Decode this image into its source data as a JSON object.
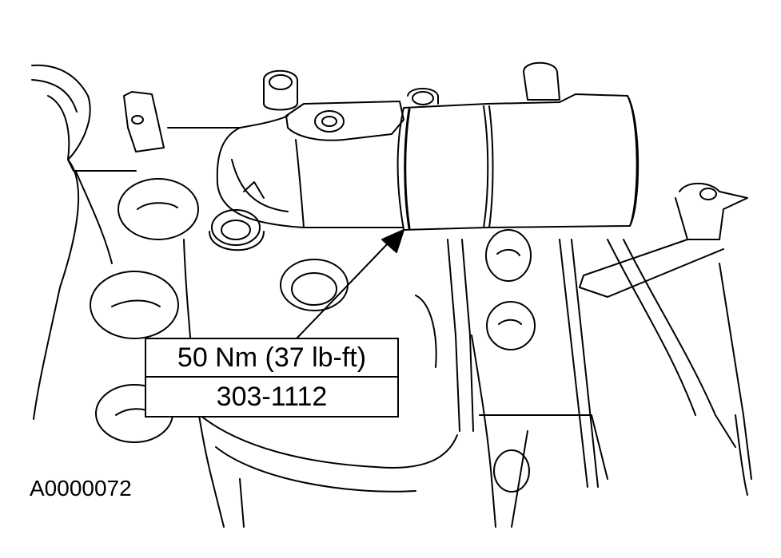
{
  "callout": {
    "torque": "50 Nm (37 lb-ft)",
    "tool": "303-1112"
  },
  "figure_id": "A0000072"
}
